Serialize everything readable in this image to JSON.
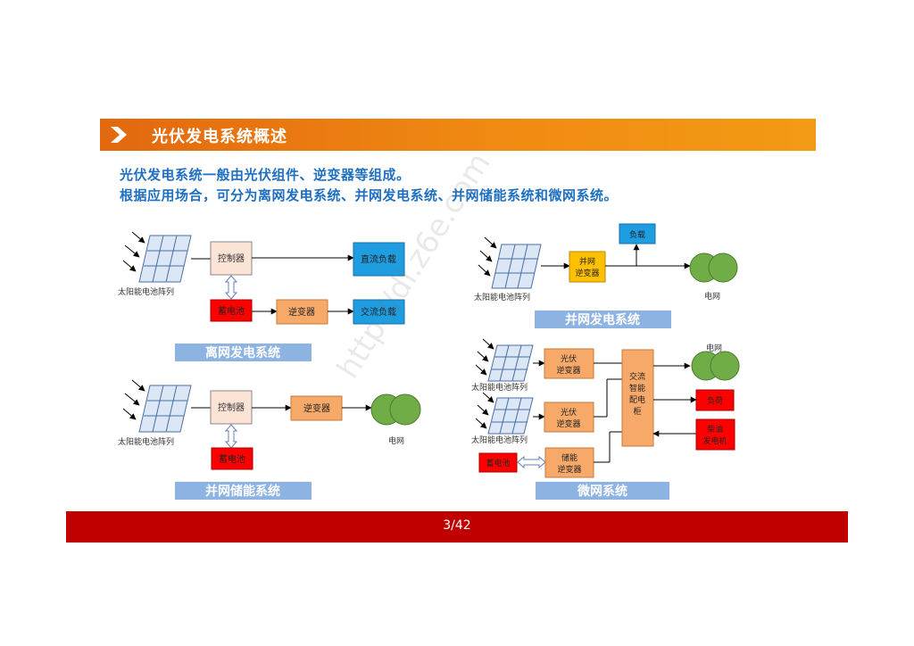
{
  "header": {
    "title": "光伏发电系统概述"
  },
  "intro": {
    "line1": "光伏发电系统一般由光伏组件、逆变器等组成。",
    "line2": "根据应用场合，可分为离网发电系统、并网发电系统、并网储能系统和微网系统。"
  },
  "diagrams": {
    "offgrid": {
      "caption": "离网发电系统",
      "array_label": "太阳能电池阵列",
      "controller": "控制器",
      "dc_load": "直流负载",
      "battery": "蓄电池",
      "inverter": "逆变器",
      "ac_load": "交流负载"
    },
    "gridtied": {
      "caption": "并网发电系统",
      "array_label": "太阳能电池阵列",
      "inverter": "并网\n逆变器",
      "load": "负载",
      "grid": "电网"
    },
    "storage": {
      "caption": "并网储能系统",
      "array_label": "太阳能电池阵列",
      "controller": "控制器",
      "inverter": "逆变器",
      "battery": "蓄电池",
      "grid": "电网"
    },
    "microgrid": {
      "caption": "微网系统",
      "array_label_1": "太阳能电池阵列",
      "array_label_2": "太阳能电池阵列",
      "pv_inverter_1": "光伏\n逆变器",
      "pv_inverter_2": "光伏\n逆变器",
      "storage_inverter": "储能\n逆变器",
      "battery": "蓄电池",
      "cabinet": "交流\n智能\n配电\n柜",
      "grid": "电网",
      "load": "负荷",
      "diesel": "柴油\n发电机"
    }
  },
  "footer": {
    "page": "3/42"
  },
  "watermark": "http://dl.z6e.com",
  "colors": {
    "header_orange": "#f08a12",
    "intro_blue": "#1f6fc1",
    "footer_red": "#c00000",
    "caption_blue": "#8db3e2",
    "box_blue": "#1e9de0",
    "box_red": "#ff0000",
    "box_orange": "#f7a96a",
    "box_yellow": "#ffc000",
    "grid_green": "#70ad47"
  }
}
